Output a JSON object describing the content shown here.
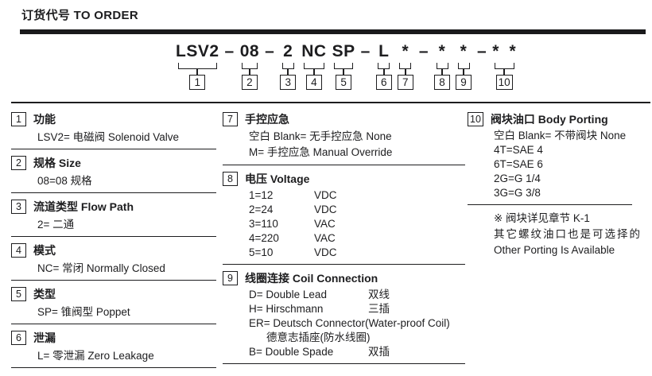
{
  "page": {
    "title": "订货代号 TO ORDER",
    "ink_color": "#1d1d1f",
    "background_color": "#ffffff"
  },
  "order_code": {
    "dash": "–",
    "segments": [
      {
        "text": "LSV2",
        "num": "1",
        "dash_after": true
      },
      {
        "text": "08",
        "num": "2",
        "dash_after": true
      },
      {
        "text": "2",
        "num": "3",
        "dash_after": false
      },
      {
        "text": "NC",
        "num": "4",
        "dash_after": false
      },
      {
        "text": "SP",
        "num": "5",
        "dash_after": true
      },
      {
        "text": "L",
        "num": "6",
        "dash_after": false
      },
      {
        "text": "*",
        "num": "7",
        "dash_after": true
      },
      {
        "text": "*",
        "num": "8",
        "dash_after": false
      },
      {
        "text": "*",
        "num": "9",
        "dash_after": true
      },
      {
        "text": "*  *",
        "num": "10",
        "dash_after": false
      }
    ]
  },
  "legend": {
    "columns": [
      {
        "items": [
          {
            "num": "1",
            "title": "功能",
            "lines": [
              {
                "text": "LSV2= 电磁阀 Solenoid Valve"
              }
            ]
          },
          {
            "num": "2",
            "title": "规格 Size",
            "lines": [
              {
                "text": "08=08 规格"
              }
            ]
          },
          {
            "num": "3",
            "title": "流道类型 Flow Path",
            "lines": [
              {
                "text": "2= 二通"
              }
            ]
          },
          {
            "num": "4",
            "title": "模式",
            "lines": [
              {
                "text": "NC= 常闭 Normally Closed"
              }
            ]
          },
          {
            "num": "5",
            "title": "类型",
            "lines": [
              {
                "text": "SP= 锥阀型 Poppet"
              }
            ]
          },
          {
            "num": "6",
            "title": "泄漏",
            "lines": [
              {
                "text": "L= 零泄漏 Zero Leakage"
              }
            ]
          }
        ]
      },
      {
        "items": [
          {
            "num": "7",
            "title": "手控应急",
            "lines": [
              {
                "text": "空白 Blank= 无手控应急 None"
              },
              {
                "text": "M= 手控应急 Manual Override"
              }
            ]
          },
          {
            "num": "8",
            "title": "电压 Voltage",
            "lines": [
              {
                "text": "1=12",
                "col2": "VDC"
              },
              {
                "text": "2=24",
                "col2": "VDC"
              },
              {
                "text": "3=110",
                "col2": "VAC"
              },
              {
                "text": "4=220",
                "col2": "VAC"
              },
              {
                "text": "5=10",
                "col2": "VDC"
              }
            ]
          },
          {
            "num": "9",
            "title": "线圈连接 Coil Connection",
            "lines": [
              {
                "text": "D= Double Lead",
                "col2": "双线"
              },
              {
                "text": "H= Hirschmann",
                "col2": "三插"
              },
              {
                "text": "ER= Deutsch Connector(Water-proof Coil)"
              },
              {
                "text": "德意志插座(防水线圈)",
                "indent": true
              },
              {
                "text": "B= Double Spade",
                "col2": "双插"
              }
            ]
          }
        ]
      },
      {
        "items": [
          {
            "num": "10",
            "title": "阀块油口 Body Porting",
            "lines": [
              {
                "text": "空白 Blank= 不带阀块 None"
              },
              {
                "text": "4T=SAE 4"
              },
              {
                "text": "6T=SAE 6"
              },
              {
                "text": "2G=G 1/4"
              },
              {
                "text": "3G=G 3/8"
              }
            ],
            "note": [
              "※ 阀块详见章节 K-1",
              "其它螺纹油口也是可选择的",
              "Other Porting Is Available"
            ]
          }
        ]
      }
    ]
  }
}
